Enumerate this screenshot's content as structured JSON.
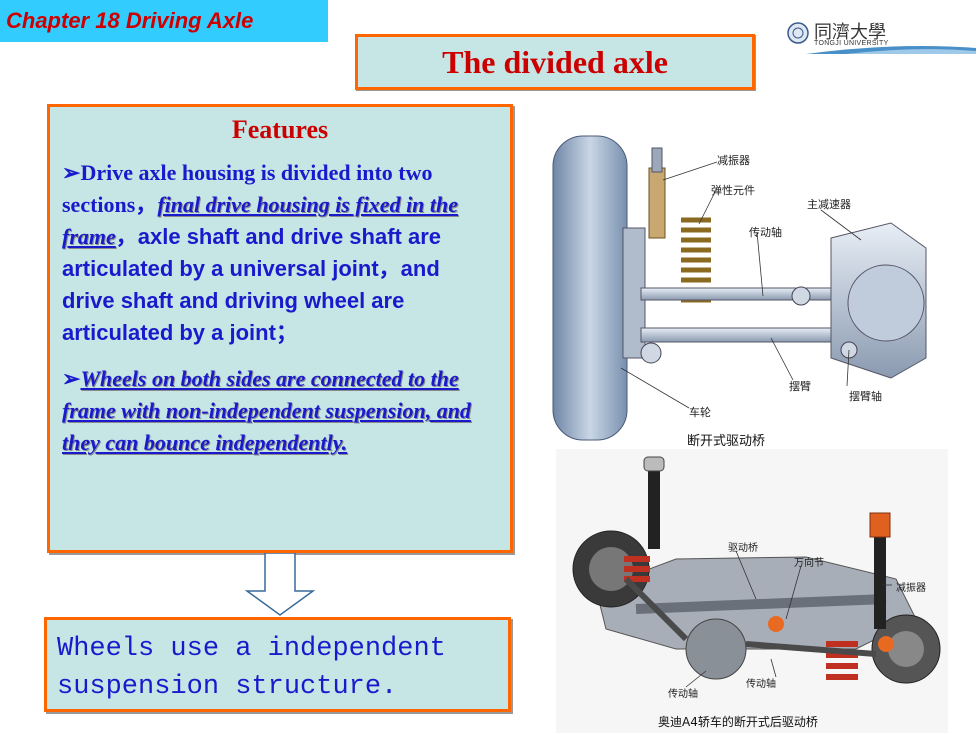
{
  "header": {
    "chapter": "Chapter 18 Driving Axle",
    "title": "The divided axle",
    "logo_cn": "同濟大學",
    "logo_en": "TONGJI UNIVERSITY"
  },
  "features": {
    "title": "Features",
    "p1_bullet": "➢",
    "p1_text_a": "Drive axle housing is divided into two sections，",
    "p1_emph": "final drive housing is fixed in the frame",
    "p1_text_b": "，axle shaft and drive shaft are articulated by a universal joint，and drive shaft and driving wheel are articulated by a joint；",
    "p2_bullet": "➢",
    "p2_emph": "Wheels on both sides are connected to the frame  with non-independent suspension, and they can bounce independently."
  },
  "conclusion": {
    "line1": "Wheels use a independent",
    "line2": "suspension structure."
  },
  "figure1": {
    "label_shock": "减振器",
    "label_spring": "弹性元件",
    "label_final_drive": "主减速器",
    "label_drive_shaft": "传动轴",
    "label_swing_arm": "摆臂",
    "label_swing_axle": "摆臂轴",
    "label_wheel": "车轮",
    "caption": "断开式驱动桥"
  },
  "figure2": {
    "label_drive_axle": "驱动桥",
    "label_ujoint": "万向节",
    "label_shock": "减振器",
    "label_shaft_left": "传动轴",
    "label_shaft_right": "传动轴",
    "caption": "奥迪A4轿车的断开式后驱动桥"
  },
  "colors": {
    "accent_red": "#cc0000",
    "box_bg": "#c6e6e6",
    "border": "#ff6600",
    "text_blue": "#1a1acc",
    "tag_bg": "#33ccff"
  }
}
